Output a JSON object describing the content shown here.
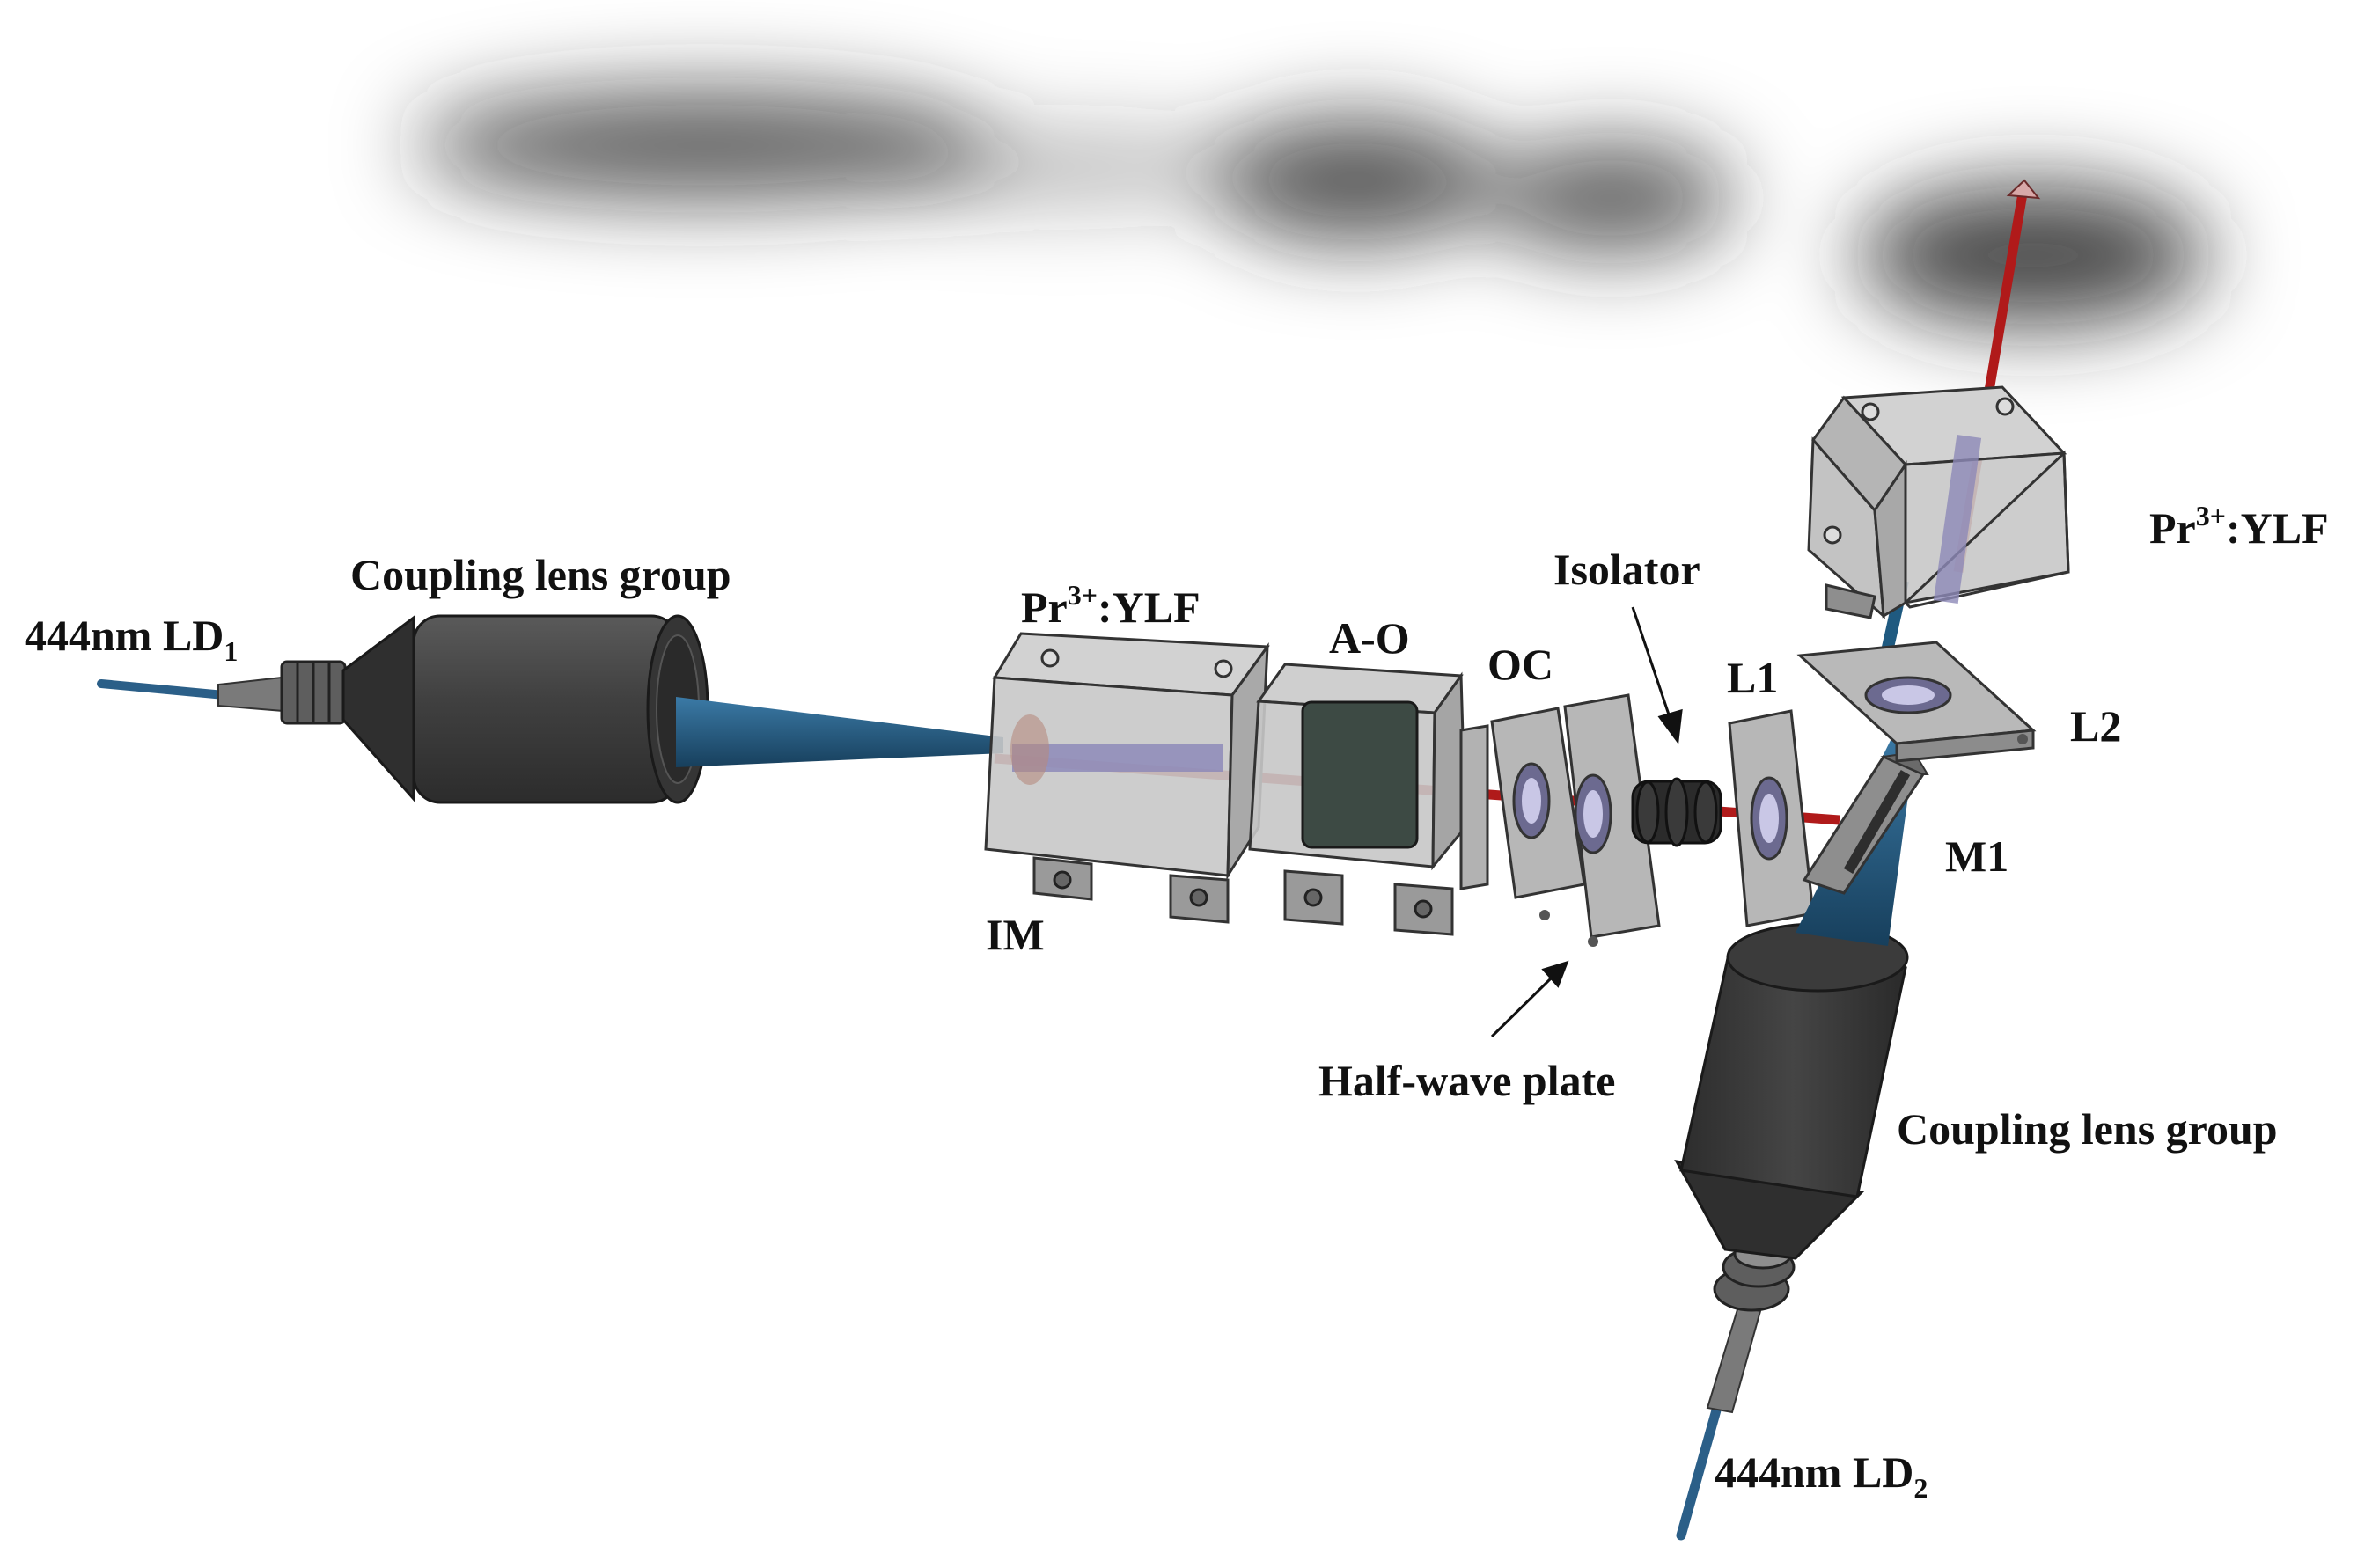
{
  "colors": {
    "pump_beam": "#1f5a80",
    "laser_beam": "#b01a1a",
    "lens_body": "#3e3e3e",
    "mount": "#9a9a9a",
    "shadow": "#2a2a2a"
  },
  "labels": {
    "ld1": {
      "main": "444nm LD",
      "sub": "1"
    },
    "ld2": {
      "main": "444nm LD",
      "sub": "2"
    },
    "coupling1": "Coupling lens group",
    "coupling2": "Coupling lens group",
    "crystal1": {
      "pre": "Pr",
      "sup": "3+",
      "post": ":YLF"
    },
    "crystal2": {
      "pre": "Pr",
      "sup": "3+",
      "post": ":YLF"
    },
    "im": "IM",
    "ao": "A-O",
    "oc": "OC",
    "isolator": "Isolator",
    "halfwave": "Half-wave plate",
    "l1": "L1",
    "l2": "L2",
    "m1": "M1"
  }
}
